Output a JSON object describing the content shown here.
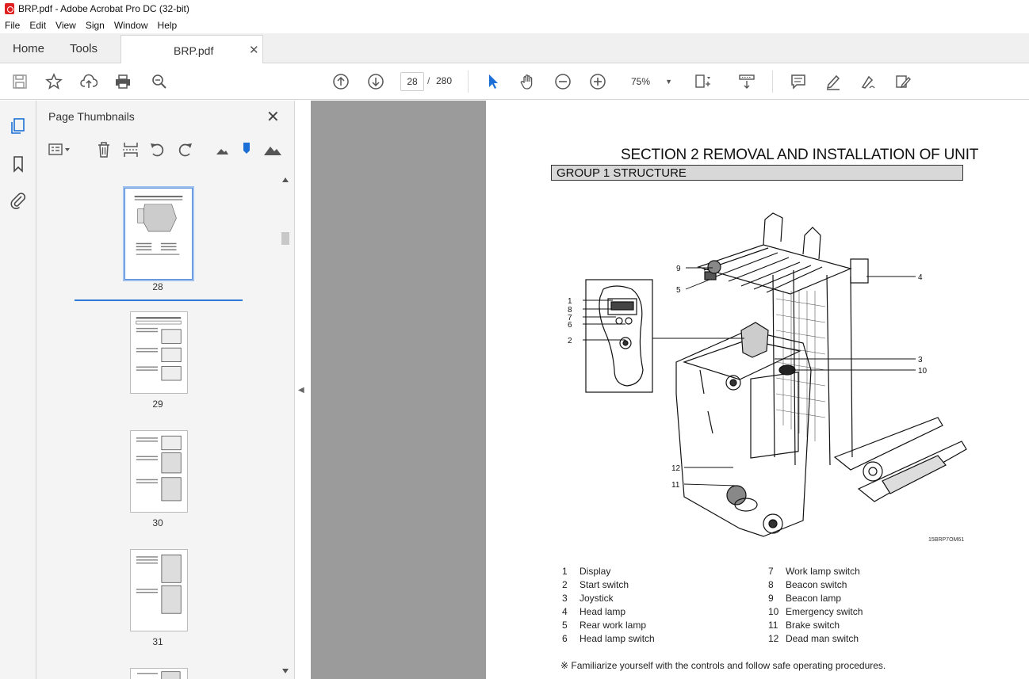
{
  "window": {
    "title": "BRP.pdf - Adobe Acrobat Pro DC (32-bit)"
  },
  "menu": [
    "File",
    "Edit",
    "View",
    "Sign",
    "Window",
    "Help"
  ],
  "tabs": {
    "home": "Home",
    "tools": "Tools",
    "document": "BRP.pdf"
  },
  "toolbar": {
    "current_page": "28",
    "separator": "/",
    "total_pages": "280",
    "zoom": "75%"
  },
  "thumbnails": {
    "title": "Page Thumbnails",
    "pages": [
      "28",
      "29",
      "30",
      "31"
    ]
  },
  "document": {
    "section_title": "SECTION  2  REMOVAL AND INSTALLATION OF UNIT",
    "group_title": "GROUP  1  STRUCTURE",
    "figure_code": "15BRP7OM61",
    "callouts": [
      "1",
      "8",
      "7",
      "6",
      "2",
      "9",
      "5",
      "4",
      "3",
      "10",
      "12",
      "11"
    ],
    "legend": [
      {
        "num": "1",
        "label": "Display"
      },
      {
        "num": "2",
        "label": "Start switch"
      },
      {
        "num": "3",
        "label": "Joystick"
      },
      {
        "num": "4",
        "label": "Head lamp"
      },
      {
        "num": "5",
        "label": "Rear work lamp"
      },
      {
        "num": "6",
        "label": "Head lamp switch"
      },
      {
        "num": "7",
        "label": "Work lamp switch"
      },
      {
        "num": "8",
        "label": "Beacon switch"
      },
      {
        "num": "9",
        "label": "Beacon lamp"
      },
      {
        "num": "10",
        "label": "Emergency switch"
      },
      {
        "num": "11",
        "label": "Brake switch"
      },
      {
        "num": "12",
        "label": "Dead man switch"
      }
    ],
    "note": "※ Familiarize yourself with the controls and follow safe operating procedures."
  }
}
